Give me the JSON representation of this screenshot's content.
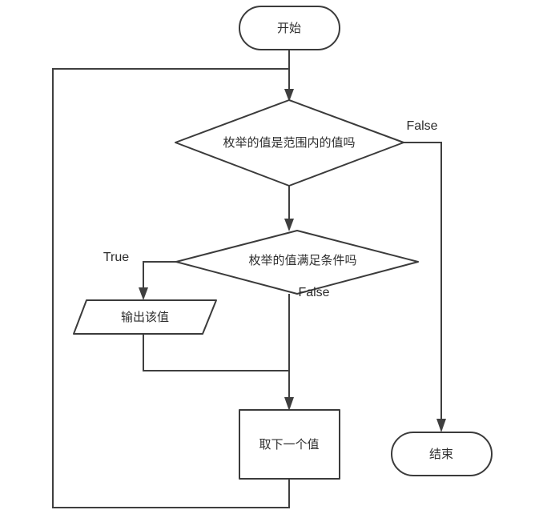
{
  "diagram": {
    "type": "flowchart",
    "title": "",
    "orientation": "top-to-bottom",
    "stroke_color": "#3b3b3b",
    "fill_color": "#ffffff",
    "text_color": "#2f2f2f",
    "background": "#ffffff"
  },
  "nodes": {
    "start": {
      "id": "start",
      "shape": "terminator",
      "label": "开始"
    },
    "decision_range": {
      "id": "decision_range",
      "shape": "decision",
      "label": "枚举的值是范围内的值吗"
    },
    "decision_condition": {
      "id": "decision_condition",
      "shape": "decision",
      "label": "枚举的值满足条件吗"
    },
    "output_value": {
      "id": "output_value",
      "shape": "parallelogram",
      "label": "输出该值"
    },
    "next_value": {
      "id": "next_value",
      "shape": "process",
      "label": "取下一个值"
    },
    "end": {
      "id": "end",
      "shape": "terminator",
      "label": "结束"
    }
  },
  "edge_labels": {
    "range_false": "False",
    "condition_true": "True",
    "condition_false": "False"
  },
  "edges": [
    {
      "from": "start",
      "to": "decision_range",
      "label": ""
    },
    {
      "from": "decision_range",
      "to": "end",
      "label": "False"
    },
    {
      "from": "decision_range",
      "to": "decision_condition",
      "label": ""
    },
    {
      "from": "decision_condition",
      "to": "output_value",
      "label": "True"
    },
    {
      "from": "decision_condition",
      "to": "next_value",
      "label": "False"
    },
    {
      "from": "output_value",
      "to": "next_value",
      "label": ""
    },
    {
      "from": "next_value",
      "to": "decision_range",
      "label": ""
    }
  ]
}
